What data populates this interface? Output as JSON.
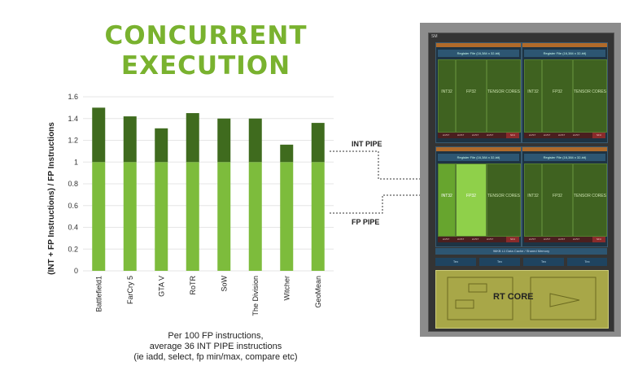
{
  "header": {
    "title_line1": "CONCURRENT",
    "title_line2": "EXECUTION"
  },
  "chart_data": {
    "type": "bar",
    "stacked": true,
    "ylabel": "(INT + FP Instructions) / FP Instructions",
    "ylim": [
      0,
      1.6
    ],
    "yticks": [
      "0",
      "0.2",
      "0.4",
      "0.6",
      "0.8",
      "1",
      "1.2",
      "1.4",
      "1.6"
    ],
    "categories": [
      "Battlefield1",
      "FarCry 5",
      "GTA V",
      "RoTR",
      "SoW",
      "The Division",
      "Witcher",
      "GeoMean"
    ],
    "series": [
      {
        "values": [
          1,
          1,
          1,
          1,
          1,
          1,
          1,
          1
        ],
        "color": "#7dbc3c"
      },
      {
        "values": [
          0.5,
          0.42,
          0.31,
          0.45,
          0.4,
          0.4,
          0.16,
          0.36
        ],
        "color": "#3f6b1e"
      }
    ],
    "grid": true,
    "gridColor": "#e6e6e6"
  },
  "annotations": {
    "int_pipe": "INT PIPE",
    "fp_pipe": "FP PIPE"
  },
  "caption": {
    "line1": "Per 100 FP instructions,",
    "line2": "average 36 INT PIPE instructions",
    "line3": "(ie iadd, select, fp min/max, compare etc)"
  },
  "sm": {
    "label": "SM",
    "register_file": "Register File (16,384 x 32-bit)",
    "int32": "INT32",
    "fp32": "FP32",
    "tensor": "TENSOR CORES",
    "ldst": "LD/ST",
    "sfu": "SFU",
    "l1": "96KB L1 Data Cache / Shared Memory",
    "tex": "Tex",
    "rt_core": "RT CORE"
  }
}
